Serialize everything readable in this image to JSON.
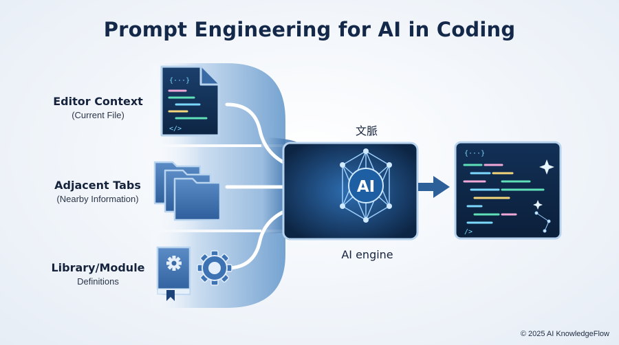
{
  "title": "Prompt Engineering for AI in Coding",
  "inputs": [
    {
      "label": "Editor Context",
      "sublabel": "(Current File)",
      "icon": "code-file-icon"
    },
    {
      "label": "Adjacent Tabs",
      "sublabel": "(Nearby Information)",
      "icon": "folders-icon"
    },
    {
      "label": "Library/Module",
      "sublabel": "Definitions",
      "icon": "book-gear-icon"
    }
  ],
  "context_label": "文脈",
  "engine": {
    "label": "AI engine",
    "badge": "AI",
    "icon": "neural-network-icon"
  },
  "output": {
    "icon": "code-output-screen-icon"
  },
  "file_snippet_top": "{···}",
  "file_snippet_bottom": "</>",
  "copyright": "© 2025 AI KnowledgeFlow",
  "colors": {
    "title": "#14284a",
    "panel": "#0e2748",
    "accent": "#5fb1f0",
    "band": "#b7cfe8"
  }
}
